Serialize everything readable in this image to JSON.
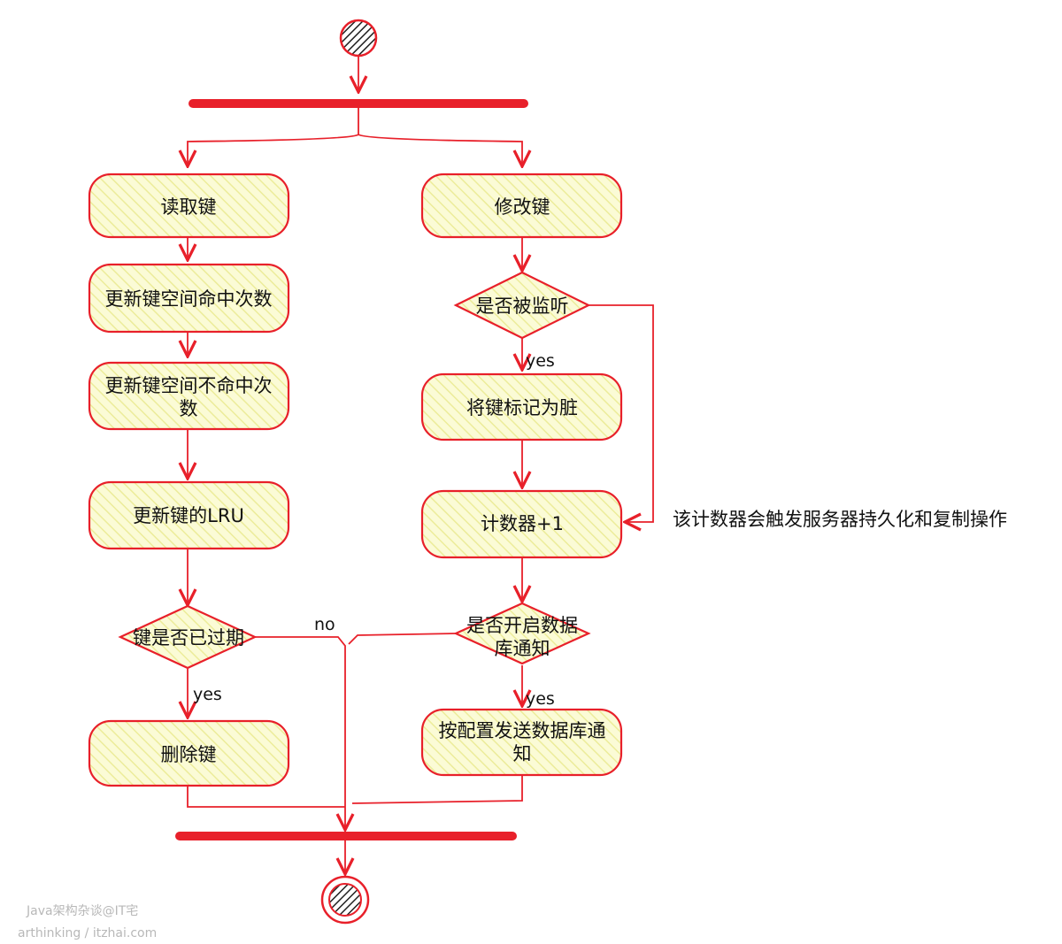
{
  "nodes": {
    "read_key": "读取键",
    "update_hits_l1": "更新键空间命中次数",
    "update_misses_l1": "更新键空间不命中次",
    "update_misses_l2": "数",
    "update_lru": "更新键的LRU",
    "is_expired": "键是否已过期",
    "delete_key": "删除键",
    "modify_key": "修改键",
    "is_watched": "是否被监听",
    "mark_dirty": "将键标记为脏",
    "counter": "计数器+1",
    "notify_enabled_l1": "是否开启数据",
    "notify_enabled_l2": "库通知",
    "send_notify_l1": "按配置发送数据库通",
    "send_notify_l2": "知"
  },
  "edge_labels": {
    "expired_yes": "yes",
    "expired_no": "no",
    "watched_yes": "yes",
    "notify_yes": "yes"
  },
  "annotation": "该计数器会触发服务器持久化和复制操作",
  "watermark": {
    "line1": "Java架构杂谈@IT宅",
    "line2": "arthinking / itzhai.com"
  },
  "colors": {
    "stroke": "#e8202a",
    "fill": "#fbfbd6",
    "hatch": "#ecec9a"
  }
}
